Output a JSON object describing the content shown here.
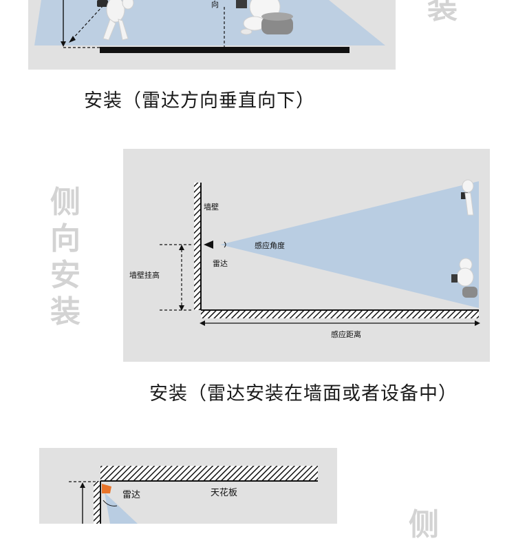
{
  "section_top": {
    "partial_label": "向",
    "side_title_fragment": "装",
    "caption": "安装（雷达方向垂直向下）"
  },
  "section_middle": {
    "side_title": [
      "侧",
      "向",
      "安",
      "装"
    ],
    "labels": {
      "wall": "墙壁",
      "radar": "雷达",
      "angle": "感应角度",
      "mount_height": "墙壁挂高",
      "distance": "感应距离"
    },
    "caption": "安装（雷达安装在墙面或者设备中）"
  },
  "section_bottom": {
    "labels": {
      "radar": "雷达",
      "ceiling": "天花板"
    },
    "side_title_fragment": "侧"
  },
  "colors": {
    "panel_bg": "#e1e1e1",
    "beam": "#b9cde2",
    "side_title": "#d3d3d3",
    "radar_orange": "#e8742a"
  }
}
